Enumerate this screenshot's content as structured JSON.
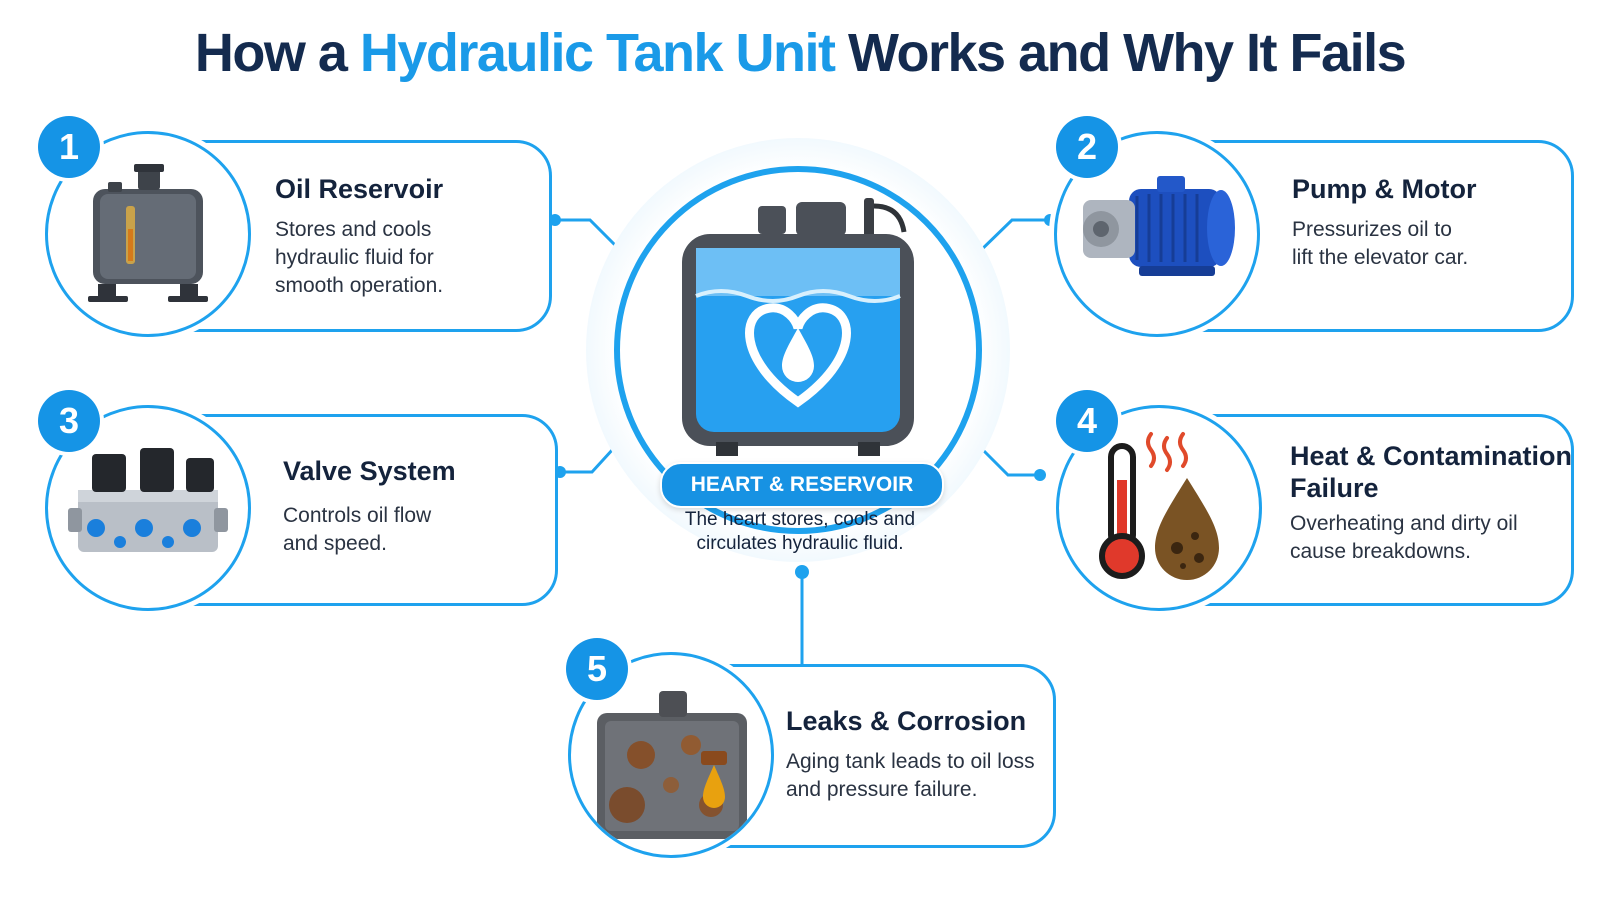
{
  "title": {
    "prefix": "How a ",
    "highlight": "Hydraulic Tank Unit",
    "suffix": " Works and Why It Fails"
  },
  "colors": {
    "accent": "#1a9ae8",
    "navy": "#142b4f",
    "badge": "#1594e6"
  },
  "hub": {
    "icon": "heart-water-drop-icon",
    "label": "HEART & RESERVOIR",
    "description": "The heart stores, cools and\ncirculates hydraulic fluid."
  },
  "cards": [
    {
      "number": "1",
      "icon": "oil-reservoir-tank-icon",
      "title": "Oil Reservoir",
      "description": "Stores and cools\nhydraulic fluid for\nsmooth operation."
    },
    {
      "number": "2",
      "icon": "pump-motor-icon",
      "title": "Pump & Motor",
      "description": "Pressurizes oil to\nlift the elevator car."
    },
    {
      "number": "3",
      "icon": "valve-block-icon",
      "title": "Valve System",
      "description": "Controls oil flow\nand speed."
    },
    {
      "number": "4",
      "icon": "thermometer-dirty-oil-icon",
      "title": "Heat & Contamination\nFailure",
      "description": "Overheating and dirty oil\ncause breakdowns."
    },
    {
      "number": "5",
      "icon": "rusty-leaking-tank-icon",
      "title": "Leaks & Corrosion",
      "description": "Aging tank leads to oil loss\nand pressure failure."
    }
  ]
}
